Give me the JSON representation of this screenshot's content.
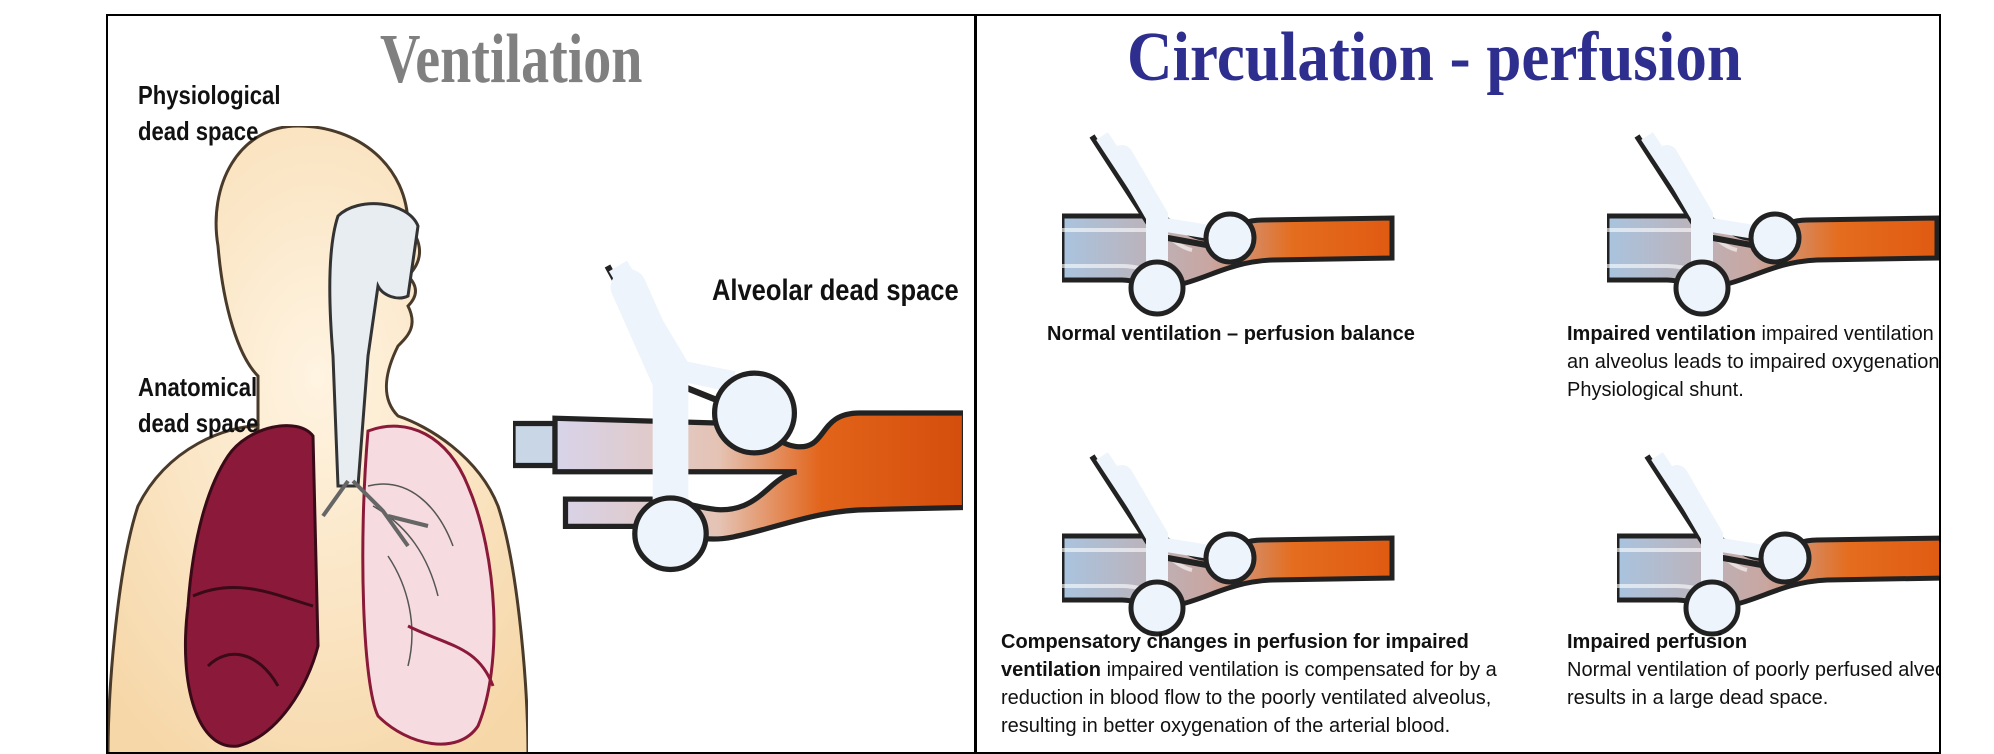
{
  "ventilation": {
    "title": "Ventilation",
    "labels": {
      "physiological_1": "Physiological",
      "physiological_2": "dead space",
      "anatomical_1": "Anatomical",
      "anatomical_2": "dead space",
      "alveolar": "Alveolar dead space"
    }
  },
  "circulation": {
    "title": "Circulation - perfusion",
    "captions": {
      "normal": {
        "bold": "Normal ventilation – perfusion balance",
        "text": ""
      },
      "impaired_ventilation": {
        "bold": "Impaired ventilation",
        "text": " impaired ventilation of an alveolus leads to impaired oxygenation. Physiological shunt."
      },
      "compensatory": {
        "bold": "Compensatory changes in perfusion for impaired ventilation",
        "text": " impaired ventilation is compensated for by a reduction in blood flow to the poorly ventilated alveolus, resulting in better oxygenation of the arterial blood."
      },
      "impaired_perfusion": {
        "bold": "Impaired perfusion",
        "text": "Normal ventilation of poorly perfused alveoli results in a large dead space."
      }
    }
  },
  "colors": {
    "ventilation_title": "#808080",
    "circulation_title": "#2e2e8f",
    "lung_left": "#8b1a3a",
    "lung_right": "#f3d0d6",
    "skin": "#fbe6c4",
    "vessel_blue": "#8aaed0",
    "vessel_red": "#e0651c"
  }
}
